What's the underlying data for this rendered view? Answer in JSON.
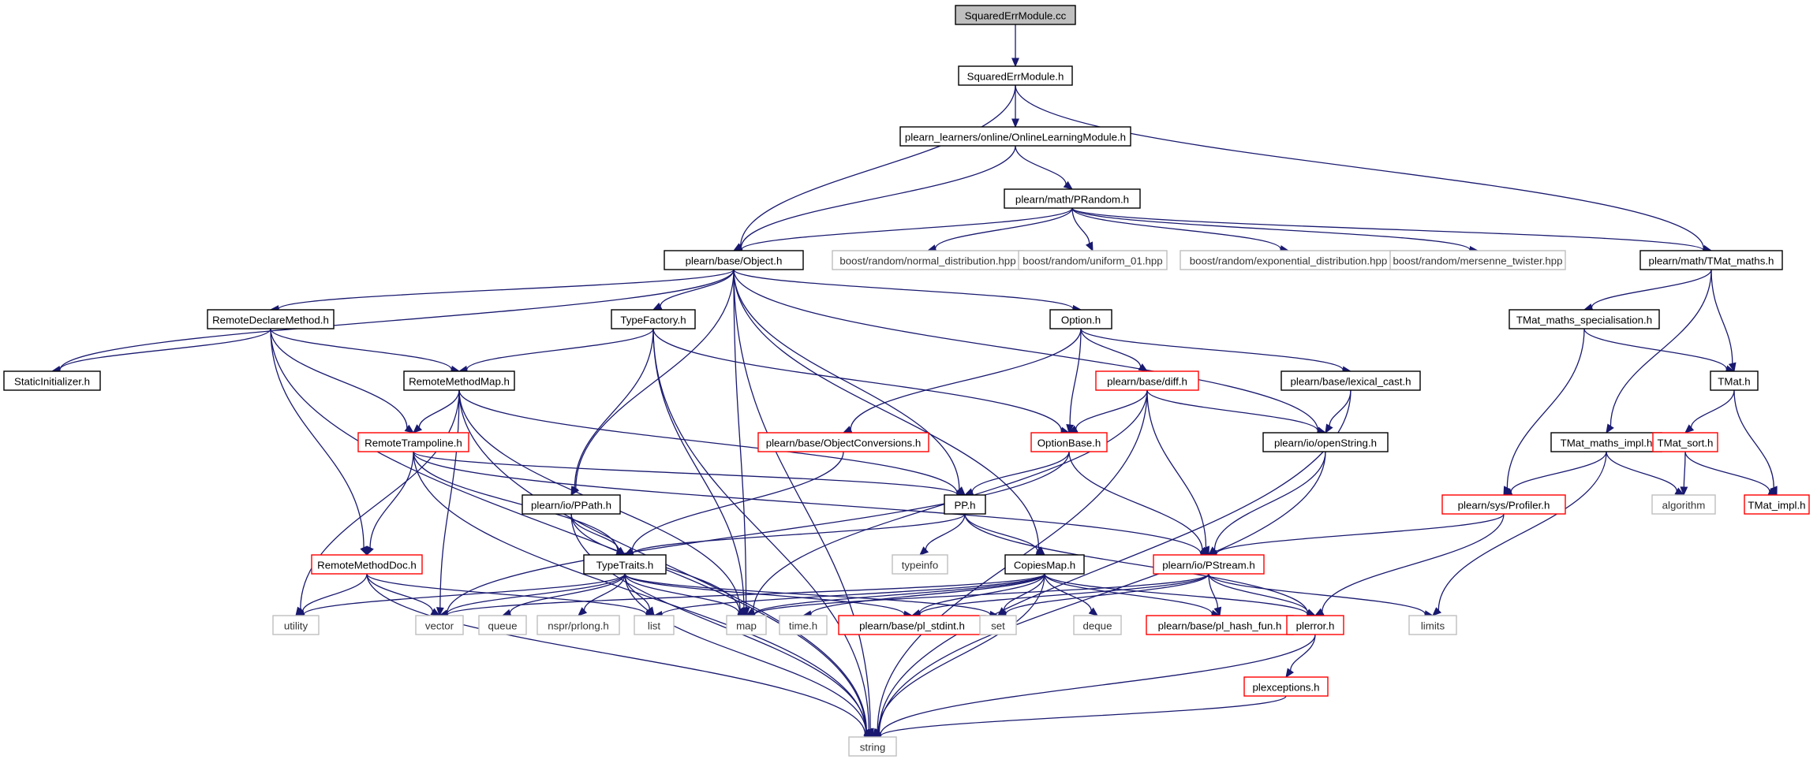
{
  "colors": {
    "edge": "#191970",
    "root_fill": "#bfbfbf",
    "normal_border": "#000000",
    "red_border": "#ff0000",
    "ext_border": "#bfbfbf"
  },
  "nodes": [
    {
      "id": "squarederrmodule_cc",
      "label": "SquaredErrModule.cc",
      "kind": "root"
    },
    {
      "id": "squarederrmodule_h",
      "label": "SquaredErrModule.h",
      "kind": "normal"
    },
    {
      "id": "onlinelearningmodule_h",
      "label": "plearn_learners/online/OnlineLearningModule.h",
      "kind": "normal"
    },
    {
      "id": "prandom_h",
      "label": "plearn/math/PRandom.h",
      "kind": "normal"
    },
    {
      "id": "object_h",
      "label": "plearn/base/Object.h",
      "kind": "normal"
    },
    {
      "id": "normal_distribution_hpp",
      "label": "boost/random/normal_distribution.hpp",
      "kind": "external"
    },
    {
      "id": "uniform_01_hpp",
      "label": "boost/random/uniform_01.hpp",
      "kind": "external"
    },
    {
      "id": "exponential_distribution_hpp",
      "label": "boost/random/exponential_distribution.hpp",
      "kind": "external"
    },
    {
      "id": "mersenne_twister_hpp",
      "label": "boost/random/mersenne_twister.hpp",
      "kind": "external"
    },
    {
      "id": "tmat_maths_h",
      "label": "plearn/math/TMat_maths.h",
      "kind": "normal"
    },
    {
      "id": "remotedeclaremethod_h",
      "label": "RemoteDeclareMethod.h",
      "kind": "normal"
    },
    {
      "id": "typefactory_h",
      "label": "TypeFactory.h",
      "kind": "normal"
    },
    {
      "id": "option_h",
      "label": "Option.h",
      "kind": "normal"
    },
    {
      "id": "tmat_maths_specialisation_h",
      "label": "TMat_maths_specialisation.h",
      "kind": "normal"
    },
    {
      "id": "staticinitializer_h",
      "label": "StaticInitializer.h",
      "kind": "normal"
    },
    {
      "id": "remotemethodmap_h",
      "label": "RemoteMethodMap.h",
      "kind": "normal"
    },
    {
      "id": "diff_h",
      "label": "plearn/base/diff.h",
      "kind": "red"
    },
    {
      "id": "lexical_cast_h",
      "label": "plearn/base/lexical_cast.h",
      "kind": "normal"
    },
    {
      "id": "tmat_h",
      "label": "TMat.h",
      "kind": "normal"
    },
    {
      "id": "remotetrampoline_h",
      "label": "RemoteTrampoline.h",
      "kind": "red"
    },
    {
      "id": "objectconversions_h",
      "label": "plearn/base/ObjectConversions.h",
      "kind": "red"
    },
    {
      "id": "optionbase_h",
      "label": "OptionBase.h",
      "kind": "red"
    },
    {
      "id": "openstring_h",
      "label": "plearn/io/openString.h",
      "kind": "normal"
    },
    {
      "id": "tmat_maths_impl_h",
      "label": "TMat_maths_impl.h",
      "kind": "normal"
    },
    {
      "id": "tmat_sort_h",
      "label": "TMat_sort.h",
      "kind": "red"
    },
    {
      "id": "ppath_h",
      "label": "plearn/io/PPath.h",
      "kind": "normal"
    },
    {
      "id": "pp_h",
      "label": "PP.h",
      "kind": "normal"
    },
    {
      "id": "profiler_h",
      "label": "plearn/sys/Profiler.h",
      "kind": "red"
    },
    {
      "id": "algorithm",
      "label": "algorithm",
      "kind": "external"
    },
    {
      "id": "tmat_impl_h",
      "label": "TMat_impl.h",
      "kind": "red"
    },
    {
      "id": "typeinfo",
      "label": "typeinfo",
      "kind": "external"
    },
    {
      "id": "remotemethoddoc_h",
      "label": "RemoteMethodDoc.h",
      "kind": "red"
    },
    {
      "id": "typetraits_h",
      "label": "TypeTraits.h",
      "kind": "normal"
    },
    {
      "id": "copiesmap_h",
      "label": "CopiesMap.h",
      "kind": "normal"
    },
    {
      "id": "pstream_h",
      "label": "plearn/io/PStream.h",
      "kind": "red"
    },
    {
      "id": "utility",
      "label": "utility",
      "kind": "external"
    },
    {
      "id": "vector",
      "label": "vector",
      "kind": "external"
    },
    {
      "id": "queue",
      "label": "queue",
      "kind": "external"
    },
    {
      "id": "prlong_h",
      "label": "nspr/prlong.h",
      "kind": "external"
    },
    {
      "id": "list",
      "label": "list",
      "kind": "external"
    },
    {
      "id": "map",
      "label": "map",
      "kind": "external"
    },
    {
      "id": "time_h",
      "label": "time.h",
      "kind": "external"
    },
    {
      "id": "pl_stdint_h",
      "label": "plearn/base/pl_stdint.h",
      "kind": "red"
    },
    {
      "id": "set",
      "label": "set",
      "kind": "external"
    },
    {
      "id": "deque",
      "label": "deque",
      "kind": "external"
    },
    {
      "id": "pl_hash_fun_h",
      "label": "plearn/base/pl_hash_fun.h",
      "kind": "red"
    },
    {
      "id": "plerror_h",
      "label": "plerror.h",
      "kind": "red"
    },
    {
      "id": "limits",
      "label": "limits",
      "kind": "external"
    },
    {
      "id": "plexceptions_h",
      "label": "plexceptions.h",
      "kind": "red"
    },
    {
      "id": "string",
      "label": "string",
      "kind": "external"
    }
  ],
  "edges": [
    [
      "squarederrmodule_cc",
      "squarederrmodule_h"
    ],
    [
      "squarederrmodule_h",
      "onlinelearningmodule_h"
    ],
    [
      "squarederrmodule_h",
      "object_h"
    ],
    [
      "squarederrmodule_h",
      "tmat_maths_h"
    ],
    [
      "onlinelearningmodule_h",
      "object_h"
    ],
    [
      "onlinelearningmodule_h",
      "prandom_h"
    ],
    [
      "prandom_h",
      "object_h"
    ],
    [
      "prandom_h",
      "normal_distribution_hpp"
    ],
    [
      "prandom_h",
      "uniform_01_hpp"
    ],
    [
      "prandom_h",
      "exponential_distribution_hpp"
    ],
    [
      "prandom_h",
      "mersenne_twister_hpp"
    ],
    [
      "prandom_h",
      "tmat_maths_h"
    ],
    [
      "object_h",
      "staticinitializer_h"
    ],
    [
      "object_h",
      "remotedeclaremethod_h"
    ],
    [
      "object_h",
      "typefactory_h"
    ],
    [
      "object_h",
      "ppath_h"
    ],
    [
      "object_h",
      "map"
    ],
    [
      "object_h",
      "pp_h"
    ],
    [
      "object_h",
      "option_h"
    ],
    [
      "object_h",
      "openstring_h"
    ],
    [
      "object_h",
      "copiesmap_h"
    ],
    [
      "object_h",
      "string"
    ],
    [
      "tmat_maths_h",
      "tmat_maths_specialisation_h"
    ],
    [
      "tmat_maths_h",
      "tmat_h"
    ],
    [
      "tmat_maths_h",
      "tmat_maths_impl_h"
    ],
    [
      "remotedeclaremethod_h",
      "staticinitializer_h"
    ],
    [
      "remotedeclaremethod_h",
      "remotemethodmap_h"
    ],
    [
      "remotedeclaremethod_h",
      "remotetrampoline_h"
    ],
    [
      "remotedeclaremethod_h",
      "remotemethoddoc_h"
    ],
    [
      "remotedeclaremethod_h",
      "string"
    ],
    [
      "typefactory_h",
      "remotemethodmap_h"
    ],
    [
      "typefactory_h",
      "optionbase_h"
    ],
    [
      "typefactory_h",
      "ppath_h"
    ],
    [
      "typefactory_h",
      "map"
    ],
    [
      "typefactory_h",
      "string"
    ],
    [
      "option_h",
      "diff_h"
    ],
    [
      "option_h",
      "lexical_cast_h"
    ],
    [
      "option_h",
      "optionbase_h"
    ],
    [
      "option_h",
      "objectconversions_h"
    ],
    [
      "tmat_maths_specialisation_h",
      "tmat_h"
    ],
    [
      "tmat_maths_specialisation_h",
      "profiler_h"
    ],
    [
      "remotemethodmap_h",
      "remotetrampoline_h"
    ],
    [
      "remotemethodmap_h",
      "pp_h"
    ],
    [
      "remotemethodmap_h",
      "map"
    ],
    [
      "remotemethodmap_h",
      "vector"
    ],
    [
      "remotemethodmap_h",
      "utility"
    ],
    [
      "remotemethodmap_h",
      "string"
    ],
    [
      "diff_h",
      "optionbase_h"
    ],
    [
      "diff_h",
      "openstring_h"
    ],
    [
      "diff_h",
      "pstream_h"
    ],
    [
      "diff_h",
      "map"
    ],
    [
      "diff_h",
      "string"
    ],
    [
      "lexical_cast_h",
      "openstring_h"
    ],
    [
      "lexical_cast_h",
      "string"
    ],
    [
      "tmat_h",
      "tmat_sort_h"
    ],
    [
      "tmat_h",
      "tmat_impl_h"
    ],
    [
      "remotetrampoline_h",
      "remotemethoddoc_h"
    ],
    [
      "remotetrampoline_h",
      "pp_h"
    ],
    [
      "remotetrampoline_h",
      "typetraits_h"
    ],
    [
      "remotetrampoline_h",
      "pstream_h"
    ],
    [
      "remotetrampoline_h",
      "string"
    ],
    [
      "objectconversions_h",
      "typetraits_h"
    ],
    [
      "optionbase_h",
      "pp_h"
    ],
    [
      "optionbase_h",
      "pstream_h"
    ],
    [
      "optionbase_h",
      "vector"
    ],
    [
      "openstring_h",
      "pstream_h"
    ],
    [
      "openstring_h",
      "string"
    ],
    [
      "tmat_maths_impl_h",
      "profiler_h"
    ],
    [
      "tmat_maths_impl_h",
      "algorithm"
    ],
    [
      "tmat_maths_impl_h",
      "limits"
    ],
    [
      "tmat_sort_h",
      "algorithm"
    ],
    [
      "tmat_sort_h",
      "tmat_impl_h"
    ],
    [
      "ppath_h",
      "typetraits_h"
    ],
    [
      "ppath_h",
      "map"
    ],
    [
      "ppath_h",
      "string"
    ],
    [
      "pp_h",
      "typeinfo"
    ],
    [
      "pp_h",
      "copiesmap_h"
    ],
    [
      "pp_h",
      "typetraits_h"
    ],
    [
      "pp_h",
      "plerror_h"
    ],
    [
      "profiler_h",
      "pstream_h"
    ],
    [
      "profiler_h",
      "plerror_h"
    ],
    [
      "remotemethoddoc_h",
      "utility"
    ],
    [
      "remotemethoddoc_h",
      "vector"
    ],
    [
      "remotemethoddoc_h",
      "list"
    ],
    [
      "remotemethoddoc_h",
      "string"
    ],
    [
      "typetraits_h",
      "utility"
    ],
    [
      "typetraits_h",
      "vector"
    ],
    [
      "typetraits_h",
      "queue"
    ],
    [
      "typetraits_h",
      "prlong_h"
    ],
    [
      "typetraits_h",
      "list"
    ],
    [
      "typetraits_h",
      "map"
    ],
    [
      "typetraits_h",
      "pl_stdint_h"
    ],
    [
      "typetraits_h",
      "set"
    ],
    [
      "typetraits_h",
      "string"
    ],
    [
      "copiesmap_h",
      "vector"
    ],
    [
      "copiesmap_h",
      "map"
    ],
    [
      "copiesmap_h",
      "time_h"
    ],
    [
      "copiesmap_h",
      "pl_stdint_h"
    ],
    [
      "copiesmap_h",
      "set"
    ],
    [
      "copiesmap_h",
      "deque"
    ],
    [
      "copiesmap_h",
      "pl_hash_fun_h"
    ],
    [
      "copiesmap_h",
      "plerror_h"
    ],
    [
      "copiesmap_h",
      "list"
    ],
    [
      "copiesmap_h",
      "string"
    ],
    [
      "pstream_h",
      "map"
    ],
    [
      "pstream_h",
      "set"
    ],
    [
      "pstream_h",
      "pl_hash_fun_h"
    ],
    [
      "pstream_h",
      "plerror_h"
    ],
    [
      "pstream_h",
      "limits"
    ],
    [
      "pstream_h",
      "pl_stdint_h"
    ],
    [
      "plerror_h",
      "plexceptions_h"
    ],
    [
      "plerror_h",
      "string"
    ],
    [
      "plexceptions_h",
      "string"
    ]
  ]
}
